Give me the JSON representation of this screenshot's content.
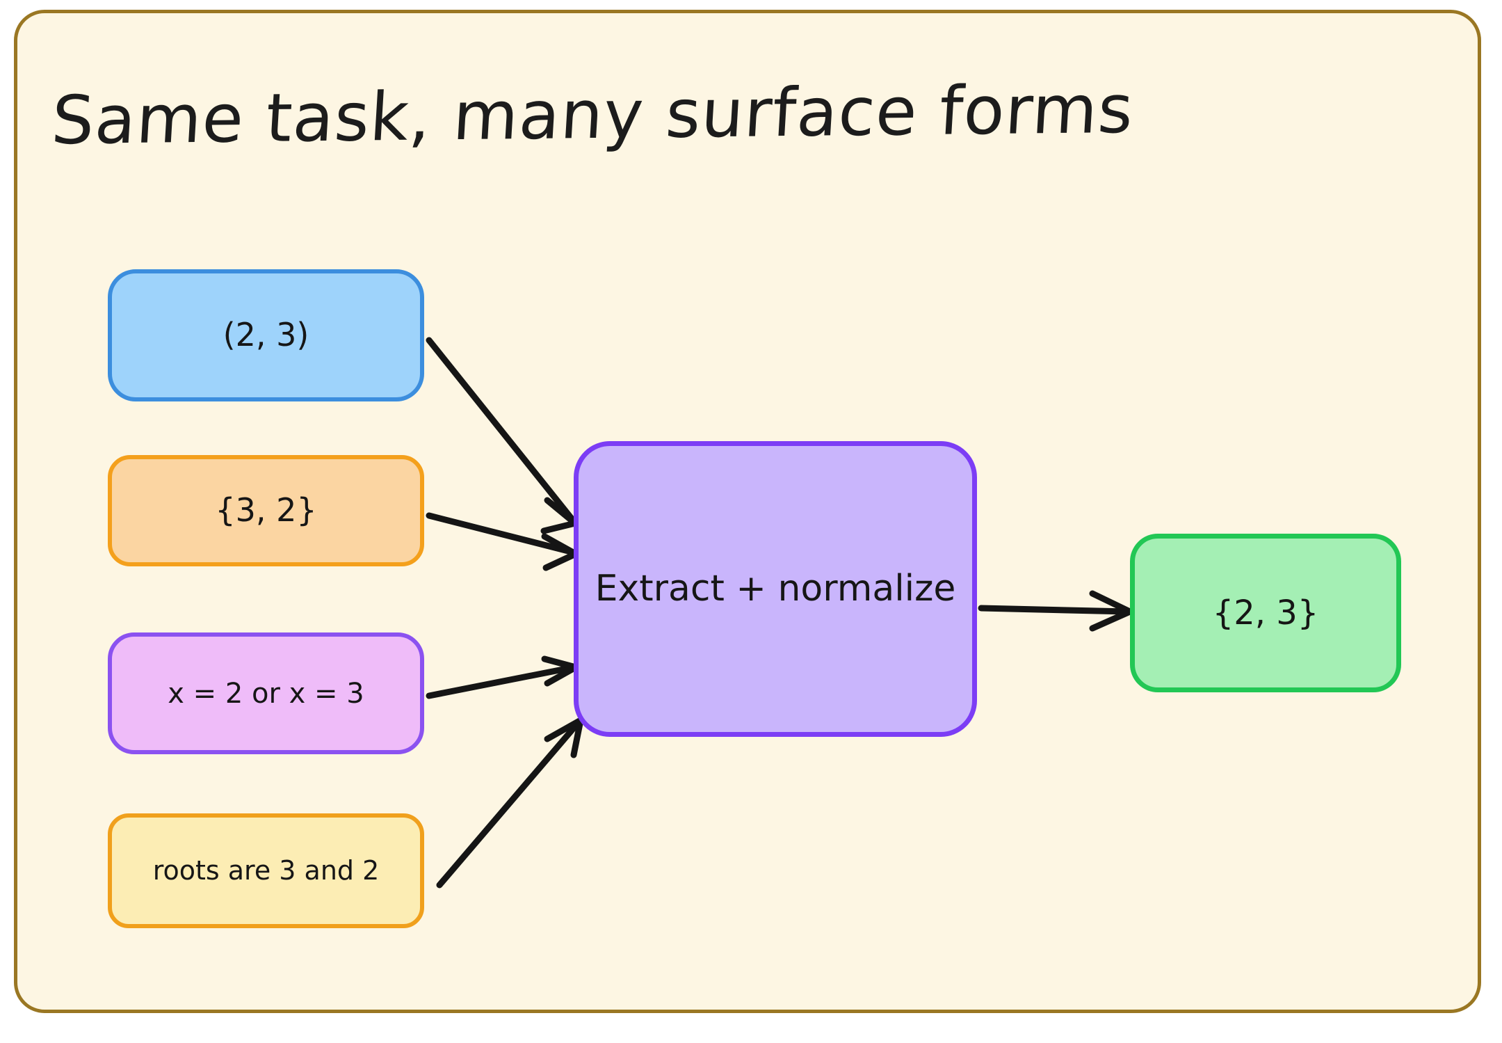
{
  "canvas": {
    "background_color": "#fdf6e3",
    "border_color": "#9a7723"
  },
  "title": "Same task, many surface forms",
  "diagram": {
    "type": "flowchart",
    "direction": "left-to-right",
    "inputs": [
      {
        "id": "node-tuple",
        "label": "(2, 3)",
        "fill_color": "#9ed3fb",
        "stroke_color": "#3c8ede"
      },
      {
        "id": "node-set-unordered",
        "label": "{3, 2}",
        "fill_color": "#fbd5a2",
        "stroke_color": "#f4a01c"
      },
      {
        "id": "node-equation",
        "label": "x = 2 or x = 3",
        "fill_color": "#efbcf9",
        "stroke_color": "#8b52f0"
      },
      {
        "id": "node-prose",
        "label": "roots are 3 and 2",
        "fill_color": "#fcedb4",
        "stroke_color": "#f0a01c"
      }
    ],
    "process": {
      "id": "node-process",
      "label": "Extract + normalize",
      "fill_color": "#c9b5fc",
      "stroke_color": "#7c3df5"
    },
    "output": {
      "id": "node-output",
      "label": "{2, 3}",
      "fill_color": "#a4efb4",
      "stroke_color": "#22c755"
    },
    "edges": [
      {
        "from": "node-tuple",
        "to": "node-process"
      },
      {
        "from": "node-set-unordered",
        "to": "node-process"
      },
      {
        "from": "node-equation",
        "to": "node-process"
      },
      {
        "from": "node-prose",
        "to": "node-process"
      },
      {
        "from": "node-process",
        "to": "node-output"
      }
    ],
    "arrow_color": "#151515"
  }
}
